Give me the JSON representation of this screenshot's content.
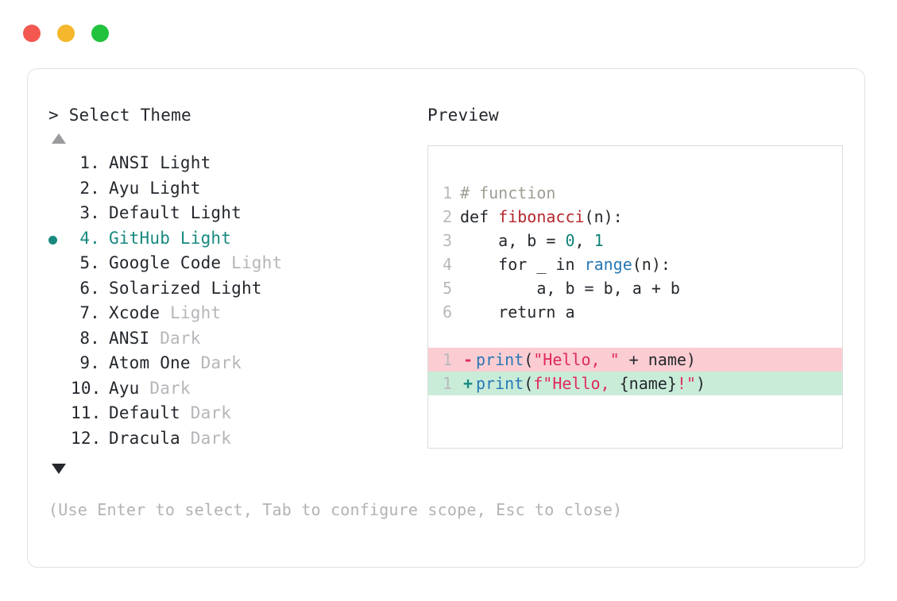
{
  "window": {
    "dots": [
      {
        "name": "close-dot",
        "color": "#f2584f"
      },
      {
        "name": "minimize-dot",
        "color": "#f5b72c"
      },
      {
        "name": "maximize-dot",
        "color": "#22c13e"
      }
    ]
  },
  "selector": {
    "caret": ">",
    "prompt": "Select Theme",
    "scroll_up_indicator": "▲",
    "scroll_down_indicator": "▼",
    "selected_index": 4,
    "items": [
      {
        "number": "1.",
        "name": "ANSI",
        "variant": "Light",
        "variant_dim": false,
        "selected": false
      },
      {
        "number": "2.",
        "name": "Ayu",
        "variant": "Light",
        "variant_dim": false,
        "selected": false
      },
      {
        "number": "3.",
        "name": "Default",
        "variant": "Light",
        "variant_dim": false,
        "selected": false
      },
      {
        "number": "4.",
        "name": "GitHub",
        "variant": "Light",
        "variant_dim": false,
        "selected": true
      },
      {
        "number": "5.",
        "name": "Google Code",
        "variant": "Light",
        "variant_dim": true,
        "selected": false
      },
      {
        "number": "6.",
        "name": "Solarized",
        "variant": "Light",
        "variant_dim": false,
        "selected": false
      },
      {
        "number": "7.",
        "name": "Xcode",
        "variant": "Light",
        "variant_dim": true,
        "selected": false
      },
      {
        "number": "8.",
        "name": "ANSI",
        "variant": "Dark",
        "variant_dim": true,
        "selected": false
      },
      {
        "number": "9.",
        "name": "Atom One",
        "variant": "Dark",
        "variant_dim": true,
        "selected": false
      },
      {
        "number": "10.",
        "name": "Ayu",
        "variant": "Dark",
        "variant_dim": true,
        "selected": false
      },
      {
        "number": "11.",
        "name": "Default",
        "variant": "Dark",
        "variant_dim": true,
        "selected": false
      },
      {
        "number": "12.",
        "name": "Dracula",
        "variant": "Dark",
        "variant_dim": true,
        "selected": false
      }
    ],
    "hint": "(Use Enter to select, Tab to configure scope, Esc to close)"
  },
  "preview": {
    "title": "Preview",
    "code_lines": [
      {
        "lineno": "1",
        "tokens": [
          {
            "text": "# function",
            "type": "comment"
          }
        ]
      },
      {
        "lineno": "2",
        "tokens": [
          {
            "text": "def ",
            "type": "keyword"
          },
          {
            "text": "fibonacci",
            "type": "func"
          },
          {
            "text": "(n):",
            "type": "plain"
          }
        ]
      },
      {
        "lineno": "3",
        "tokens": [
          {
            "text": "    a, b = ",
            "type": "plain"
          },
          {
            "text": "0",
            "type": "number"
          },
          {
            "text": ", ",
            "type": "plain"
          },
          {
            "text": "1",
            "type": "number"
          }
        ]
      },
      {
        "lineno": "4",
        "tokens": [
          {
            "text": "    for _ in ",
            "type": "plain"
          },
          {
            "text": "range",
            "type": "builtin"
          },
          {
            "text": "(n):",
            "type": "plain"
          }
        ]
      },
      {
        "lineno": "5",
        "tokens": [
          {
            "text": "        a, b = b, a + b",
            "type": "plain"
          }
        ]
      },
      {
        "lineno": "6",
        "tokens": [
          {
            "text": "    return a",
            "type": "plain"
          }
        ]
      }
    ],
    "diff_lines": [
      {
        "lineno": "1",
        "marker": "-",
        "kind": "removed",
        "tokens": [
          {
            "text": "print",
            "type": "builtin"
          },
          {
            "text": "(",
            "type": "plain"
          },
          {
            "text": "\"Hello, \"",
            "type": "string"
          },
          {
            "text": " + name)",
            "type": "plain"
          }
        ]
      },
      {
        "lineno": "1",
        "marker": "+",
        "kind": "added",
        "tokens": [
          {
            "text": "print",
            "type": "builtin"
          },
          {
            "text": "(",
            "type": "plain"
          },
          {
            "text": "f\"Hello, ",
            "type": "string"
          },
          {
            "text": "{name}",
            "type": "plain"
          },
          {
            "text": "!\"",
            "type": "string"
          },
          {
            "text": ")",
            "type": "plain"
          }
        ]
      }
    ]
  }
}
